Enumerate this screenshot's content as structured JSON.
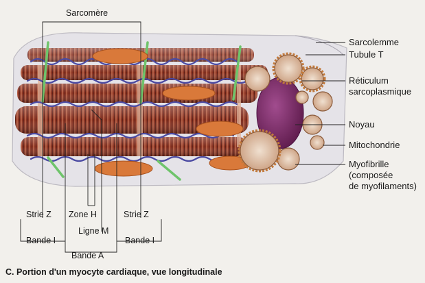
{
  "colors": {
    "muscle_dark": "#7a2a1c",
    "muscle_light": "#c9836a",
    "sheath": "#e6e4e8",
    "reticulum": "#4a4aa0",
    "tubule": "#6cc06a",
    "mitochondria": "#d9783a",
    "nucleus": "#7a2a6a",
    "myofibril_end": "#e8d4c4"
  },
  "labels": {
    "sarcomere": "Sarcomère",
    "sarcolemma": "Sarcolemme",
    "t_tubule": "Tubule T",
    "reticulum_line1": "Réticulum",
    "reticulum_line2": "sarcoplasmique",
    "nucleus": "Noyau",
    "mitochondria": "Mitochondrie",
    "myofibril_line1": "Myofibrille",
    "myofibril_line2": "(composée",
    "myofibril_line3": "de myofilaments)",
    "z_line_left": "Strie Z",
    "h_zone": "Zone H",
    "z_line_right": "Strie Z",
    "i_band_left": "Bande I",
    "m_line": "Ligne M",
    "i_band_right": "Bande I",
    "a_band": "Bande A"
  },
  "caption": "C. Portion d'un myocyte cardiaque, vue longitudinale"
}
